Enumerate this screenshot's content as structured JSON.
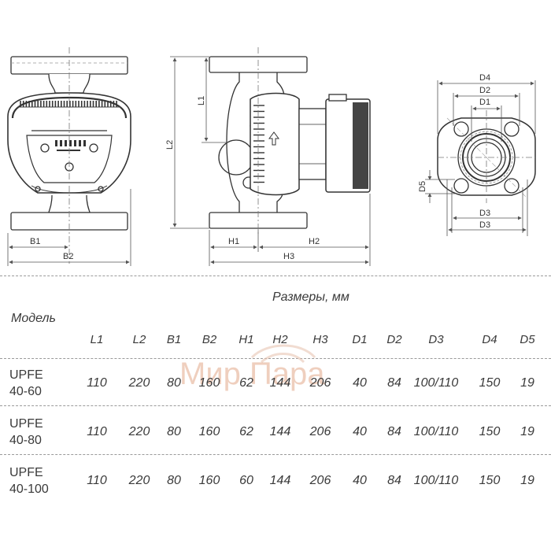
{
  "drawing": {
    "labels": {
      "L1": "L1",
      "L2": "L2",
      "B1": "B1",
      "B2": "B2",
      "H1": "H1",
      "H2": "H2",
      "H3": "H3",
      "D1": "D1",
      "D2": "D2",
      "D3": "D3",
      "D4": "D4",
      "D5": "D5"
    }
  },
  "table": {
    "title": "Размеры, мм",
    "model_header": "Модель",
    "columns": [
      "L1",
      "L2",
      "B1",
      "B2",
      "H1",
      "H2",
      "H3",
      "D1",
      "D2",
      "D3",
      "D4",
      "D5"
    ],
    "rows": [
      {
        "model_line1": "UPFE",
        "model_line2": "40-60",
        "values": [
          "110",
          "220",
          "80",
          "160",
          "62",
          "144",
          "206",
          "40",
          "84",
          "100/110",
          "150",
          "19"
        ]
      },
      {
        "model_line1": "UPFE",
        "model_line2": "40-80",
        "values": [
          "110",
          "220",
          "80",
          "160",
          "62",
          "144",
          "206",
          "40",
          "84",
          "100/110",
          "150",
          "19"
        ]
      },
      {
        "model_line1": "UPFE",
        "model_line2": "40-100",
        "values": [
          "110",
          "220",
          "80",
          "160",
          "60",
          "144",
          "206",
          "40",
          "84",
          "100/110",
          "150",
          "19"
        ]
      }
    ]
  },
  "watermark": {
    "text": "Мир Пара",
    "color": "#e2a88a"
  }
}
